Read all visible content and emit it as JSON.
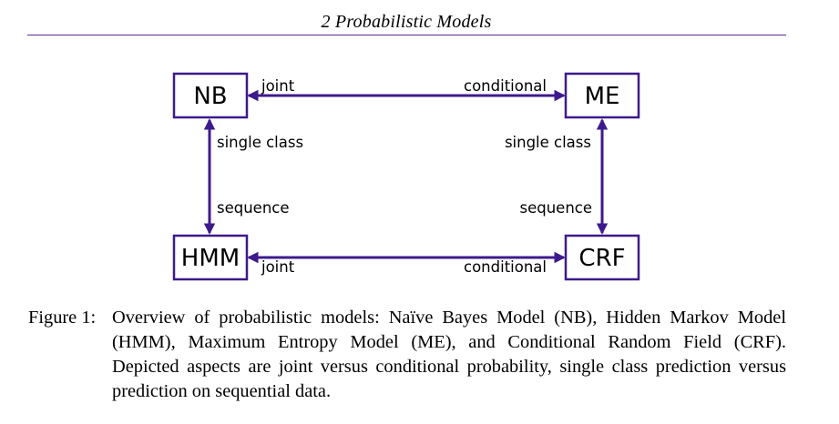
{
  "header": {
    "running_title": "2 Probabilistic Models"
  },
  "diagram": {
    "colors": {
      "accent": "#3d1a8c"
    },
    "nodes": {
      "nb": "NB",
      "me": "ME",
      "hmm": "HMM",
      "crf": "CRF"
    },
    "edges": {
      "top_left": "joint",
      "top_right": "conditional",
      "bottom_left": "joint",
      "bottom_right": "conditional",
      "left_top": "single class",
      "left_bottom": "sequence",
      "right_top": "single class",
      "right_bottom": "sequence"
    }
  },
  "caption": {
    "label": "Figure 1:",
    "text": "Overview of probabilistic models: Naïve Bayes Model (NB), Hidden Markov Model (HMM), Maximum Entropy Model (ME), and Conditional Random Field (CRF). Depicted aspects are joint versus conditional probability, single class prediction versus prediction on sequential data."
  }
}
